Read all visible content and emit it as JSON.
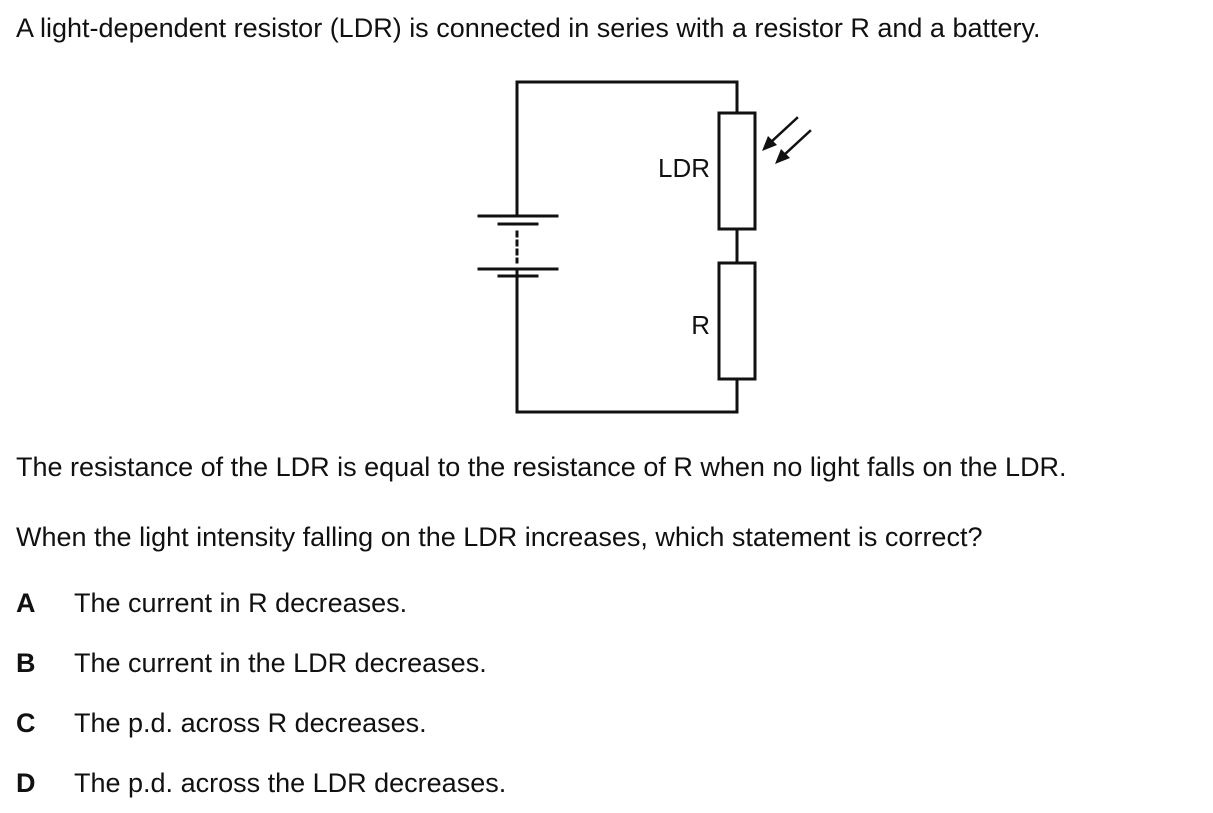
{
  "question": {
    "intro": "A light-dependent resistor (LDR) is connected in series with a resistor R and a battery.",
    "statement": "The resistance of the LDR is equal to the resistance of R when no light falls on the LDR.",
    "prompt": "When the light intensity falling on the LDR increases, which statement is correct?"
  },
  "diagram": {
    "ldr_label": "LDR",
    "resistor_label": "R"
  },
  "options": [
    {
      "letter": "A",
      "text": "The current in R decreases."
    },
    {
      "letter": "B",
      "text": "The current in the LDR decreases."
    },
    {
      "letter": "C",
      "text": "The p.d. across R decreases."
    },
    {
      "letter": "D",
      "text": "The p.d. across the LDR decreases."
    }
  ]
}
